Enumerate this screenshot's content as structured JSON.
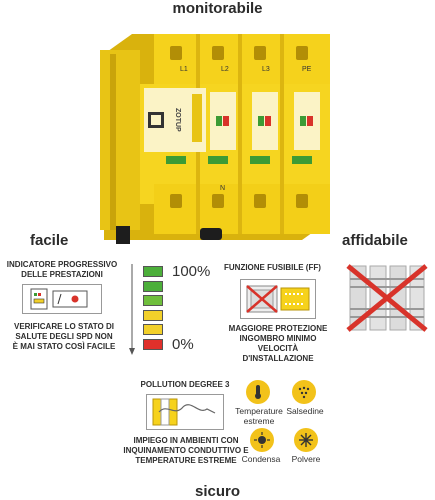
{
  "headings": {
    "top": "monitorabile",
    "left": "facile",
    "right": "affidabile",
    "bottom": "sicuro"
  },
  "device": {
    "pole_labels": [
      "L1",
      "L2",
      "L3",
      "PE"
    ],
    "brand": "ZOTUP",
    "bottom_label": "N",
    "colors": {
      "body": "#f6d21c",
      "shadow": "#d7b20c",
      "indicator_green": "#3c9b35",
      "indicator_red": "#d8332a"
    }
  },
  "indicator": {
    "title": "INDICATORE PROGRESSIVO DELLE PRESTAZIONI",
    "caption": "VERIFICARE LO STATO DI SALUTE DEGLI SPD NON È MAI STATO COSÌ FACILE",
    "scale_top": "100%",
    "scale_bottom": "0%",
    "levels": [
      {
        "color": "#4caf3a"
      },
      {
        "color": "#4caf3a"
      },
      {
        "color": "#6fbf3c"
      },
      {
        "color": "#f2d02a"
      },
      {
        "color": "#f2d02a"
      },
      {
        "color": "#e0302b"
      }
    ]
  },
  "fuse": {
    "title": "FUNZIONE FUSIBILE (ff)",
    "caption": "MAGGIORE PROTEZIONE INGOMBRO MINIMO VELOCITÀ D'INSTALLAZIONE"
  },
  "pollution": {
    "title": "POLLUTION DEGREE 3",
    "caption": "IMPIEGO IN AMBIENTI CON INQUINAMENTO CONDUTTIVO E TEMPERATURE ESTREME"
  },
  "environment": [
    {
      "label": "Temperature estreme",
      "icon": "thermometer-icon"
    },
    {
      "label": "Salsedine",
      "icon": "salt-icon"
    },
    {
      "label": "Condensa",
      "icon": "condensation-icon"
    },
    {
      "label": "Polvere",
      "icon": "dust-icon"
    }
  ]
}
